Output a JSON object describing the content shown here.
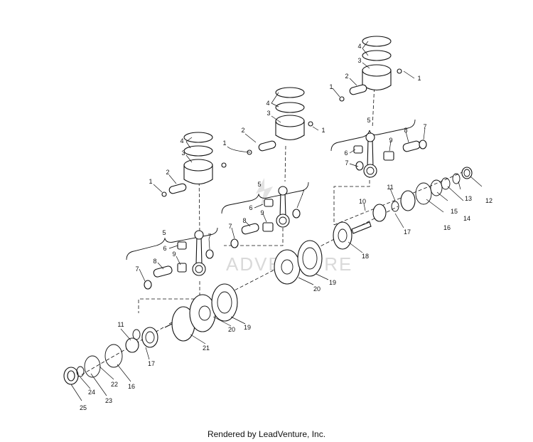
{
  "watermark": "ADVENTURE",
  "footer": "Rendered by LeadVenture, Inc.",
  "callouts": [
    {
      "label": "1"
    },
    {
      "label": "2"
    },
    {
      "label": "3"
    },
    {
      "label": "4"
    },
    {
      "label": "1"
    },
    {
      "label": "2"
    },
    {
      "label": "3"
    },
    {
      "label": "4"
    },
    {
      "label": "1"
    },
    {
      "label": "1"
    },
    {
      "label": "2"
    },
    {
      "label": "3"
    },
    {
      "label": "4"
    },
    {
      "label": "1"
    },
    {
      "label": "5"
    },
    {
      "label": "6"
    },
    {
      "label": "7"
    },
    {
      "label": "9"
    },
    {
      "label": "8"
    },
    {
      "label": "7"
    },
    {
      "label": "5"
    },
    {
      "label": "6"
    },
    {
      "label": "7"
    },
    {
      "label": "7"
    },
    {
      "label": "8"
    },
    {
      "label": "9"
    },
    {
      "label": "5"
    },
    {
      "label": "6"
    },
    {
      "label": "7"
    },
    {
      "label": "8"
    },
    {
      "label": "9"
    },
    {
      "label": "7"
    },
    {
      "label": "10"
    },
    {
      "label": "11"
    },
    {
      "label": "12"
    },
    {
      "label": "13"
    },
    {
      "label": "14"
    },
    {
      "label": "15"
    },
    {
      "label": "16"
    },
    {
      "label": "17"
    },
    {
      "label": "18"
    },
    {
      "label": "19"
    },
    {
      "label": "20"
    },
    {
      "label": "19"
    },
    {
      "label": "20"
    },
    {
      "label": "21"
    },
    {
      "label": "11"
    },
    {
      "label": "17"
    },
    {
      "label": "16"
    },
    {
      "label": "22"
    },
    {
      "label": "23"
    },
    {
      "label": "24"
    },
    {
      "label": "25"
    }
  ]
}
